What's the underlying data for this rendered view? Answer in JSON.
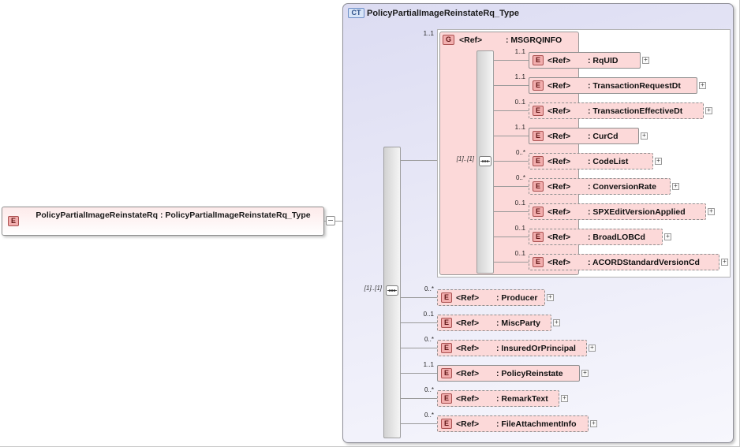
{
  "colors": {
    "element_fill": "#fcd9d9",
    "element_border": "#8f8f8f",
    "badge_fill": "#f2aeae",
    "badge_border": "#aa5050",
    "ct_box_fill": "#e2e2f4",
    "ct_badge_fill": "#d8e5f8",
    "ct_badge_border": "#6c8dc6",
    "bar_fill": "#e0e0e0",
    "panel_fill": "#ffffff"
  },
  "root_element": {
    "badge": "E",
    "label": "PolicyPartialImageReinstateRq : PolicyPartialImageReinstateRq_Type"
  },
  "complex_type": {
    "badge": "CT",
    "title": "PolicyPartialImageReinstateRq_Type",
    "expand_glyph": "+",
    "model": {
      "compositor": "sequence",
      "compositor_label": "[1]..[1]",
      "children": [
        {
          "badge": "E",
          "cardinality": "0..*",
          "ref": "<Ref>",
          "name": ": Producer"
        },
        {
          "badge": "E",
          "cardinality": "0..1",
          "ref": "<Ref>",
          "name": ": MiscParty"
        },
        {
          "badge": "E",
          "cardinality": "0..*",
          "ref": "<Ref>",
          "name": ": InsuredOrPrincipal"
        },
        {
          "badge": "E",
          "cardinality": "1..1",
          "ref": "<Ref>",
          "name": ": PolicyReinstate"
        },
        {
          "badge": "E",
          "cardinality": "0..*",
          "ref": "<Ref>",
          "name": ": RemarkText"
        },
        {
          "badge": "E",
          "cardinality": "0..*",
          "ref": "<Ref>",
          "name": ": FileAttachmentInfo"
        }
      ]
    },
    "group": {
      "badge": "G",
      "cardinality": "1..1",
      "ref": "<Ref>",
      "name": ": MSGRQINFO",
      "compositor": "sequence",
      "compositor_label": "[1]..[1]",
      "children": [
        {
          "badge": "E",
          "cardinality": "1..1",
          "ref": "<Ref>",
          "name": ": RqUID"
        },
        {
          "badge": "E",
          "cardinality": "1..1",
          "ref": "<Ref>",
          "name": ": TransactionRequestDt"
        },
        {
          "badge": "E",
          "cardinality": "0..1",
          "ref": "<Ref>",
          "name": ": TransactionEffectiveDt"
        },
        {
          "badge": "E",
          "cardinality": "1..1",
          "ref": "<Ref>",
          "name": ": CurCd"
        },
        {
          "badge": "E",
          "cardinality": "0..*",
          "ref": "<Ref>",
          "name": ": CodeList"
        },
        {
          "badge": "E",
          "cardinality": "0..*",
          "ref": "<Ref>",
          "name": ": ConversionRate"
        },
        {
          "badge": "E",
          "cardinality": "0..1",
          "ref": "<Ref>",
          "name": ": SPXEditVersionApplied"
        },
        {
          "badge": "E",
          "cardinality": "0..1",
          "ref": "<Ref>",
          "name": ": BroadLOBCd"
        },
        {
          "badge": "E",
          "cardinality": "0..1",
          "ref": "<Ref>",
          "name": ": ACORDStandardVersionCd"
        }
      ]
    }
  }
}
